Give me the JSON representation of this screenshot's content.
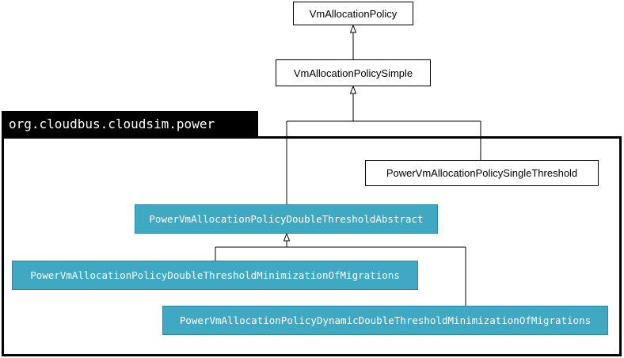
{
  "package": {
    "name": "org.cloudbus.cloudsim.power"
  },
  "classes": {
    "vm_allocation_policy": "VmAllocationPolicy",
    "vm_allocation_policy_simple": "VmAllocationPolicySimple",
    "single_threshold": "PowerVmAllocationPolicySingleThreshold",
    "double_threshold_abstract": "PowerVmAllocationPolicyDoubleThresholdAbstract",
    "double_threshold_min_migrations": "PowerVmAllocationPolicyDoubleThresholdMinimizationOfMigrations",
    "dynamic_double_threshold_min_migrations": "PowerVmAllocationPolicyDynamicDoubleThresholdMinimizationOfMigrations"
  },
  "colors": {
    "highlight_fill": "#3fa9c4",
    "highlight_text": "#ffffff",
    "line": "#000000"
  }
}
